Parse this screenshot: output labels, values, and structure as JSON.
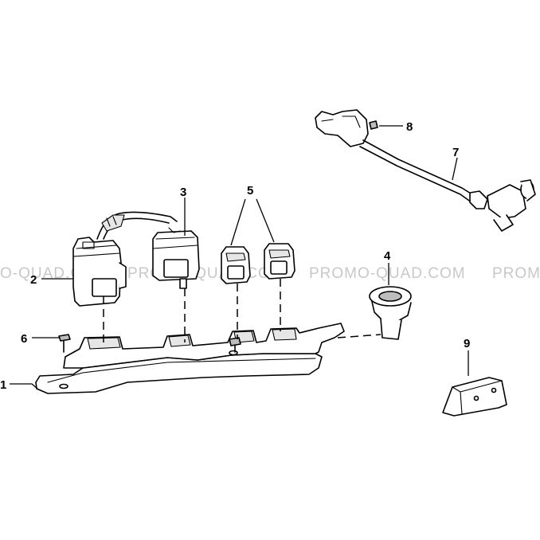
{
  "watermark": {
    "text_left": "O-QUAD.COM",
    "text_mid1": "PROMO-QUAD.COM",
    "text_mid2": "PROMO-QUAD.COM",
    "text_right": "PROM"
  },
  "callouts": [
    {
      "id": "1",
      "label": "1"
    },
    {
      "id": "2",
      "label": "2"
    },
    {
      "id": "3",
      "label": "3"
    },
    {
      "id": "4",
      "label": "4"
    },
    {
      "id": "5",
      "label": "5"
    },
    {
      "id": "6",
      "label": "6"
    },
    {
      "id": "7",
      "label": "7"
    },
    {
      "id": "8",
      "label": "8"
    },
    {
      "id": "9",
      "label": "9"
    }
  ]
}
